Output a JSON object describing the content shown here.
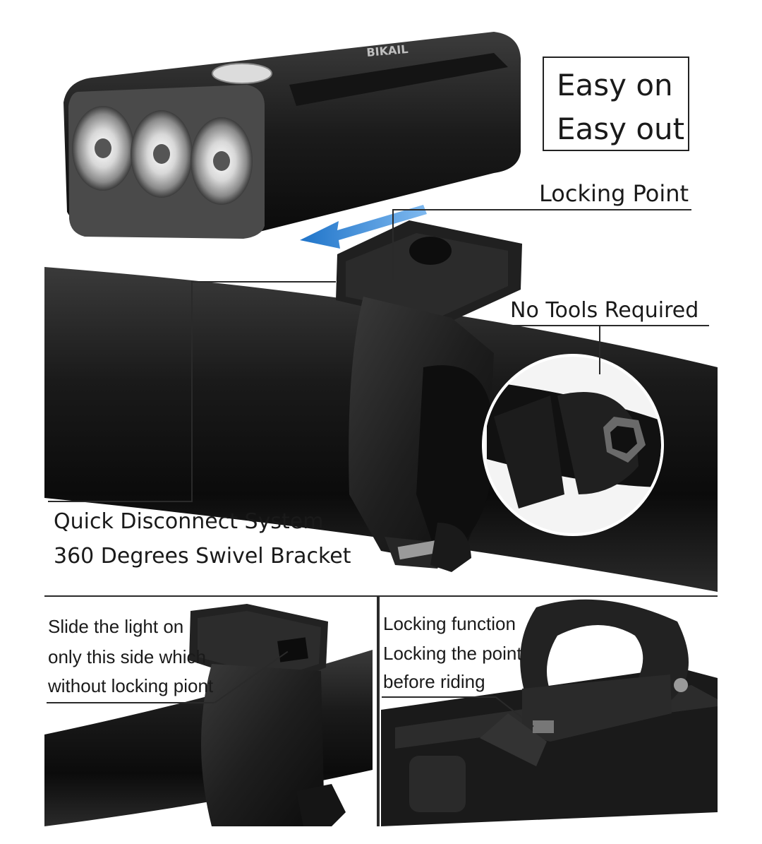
{
  "callouts": {
    "easy_on": "Easy on",
    "easy_out": "Easy out",
    "locking_point": "Locking Point",
    "no_tools": "No Tools Required",
    "quick_disconnect": "Quick Disconnect System",
    "swivel_bracket": "360 Degrees Swivel Bracket"
  },
  "panel_left": {
    "line1": "Slide the light on",
    "line2": "only this side which",
    "line3": "without locking piont"
  },
  "panel_right": {
    "line1": "Locking function",
    "line2": "Locking the point",
    "line3": "before riding"
  },
  "product": {
    "brand": "BIKAIL"
  },
  "colors": {
    "arrow": "#2e86d9",
    "rubber": "#1c1c1c",
    "bar": "#111111"
  }
}
